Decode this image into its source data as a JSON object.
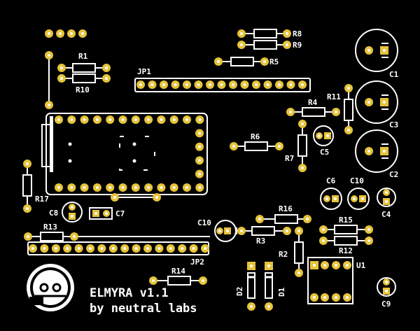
{
  "board": {
    "title": "ELMYRA v1.1",
    "credit": "by neutral labs",
    "colors": {
      "background": "#000000",
      "silkscreen": "#ffffff",
      "copper": "#e7c33a"
    }
  },
  "refs": {
    "R1": "R1",
    "R10": "R10",
    "R8": "R8",
    "R9": "R9",
    "R5": "R5",
    "JP1": "JP1",
    "C1": "C1",
    "R11": "R11",
    "C3": "C3",
    "R4": "R4",
    "R6": "R6",
    "C5": "C5",
    "R7": "R7",
    "C2": "C2",
    "R17": "R17",
    "C6": "C6",
    "C10a": "C10",
    "C4": "C4",
    "C8": "C8",
    "C7": "C7",
    "R16": "R16",
    "R15": "R15",
    "R13": "R13",
    "C10b": "C10",
    "R3": "R3",
    "R12": "R12",
    "R2": "R2",
    "JP2": "JP2",
    "U1": "U1",
    "R14": "R14",
    "D2": "D2",
    "D1": "D1",
    "C9": "C9"
  },
  "logo": {
    "name": "neutral-labs-logo-icon"
  }
}
